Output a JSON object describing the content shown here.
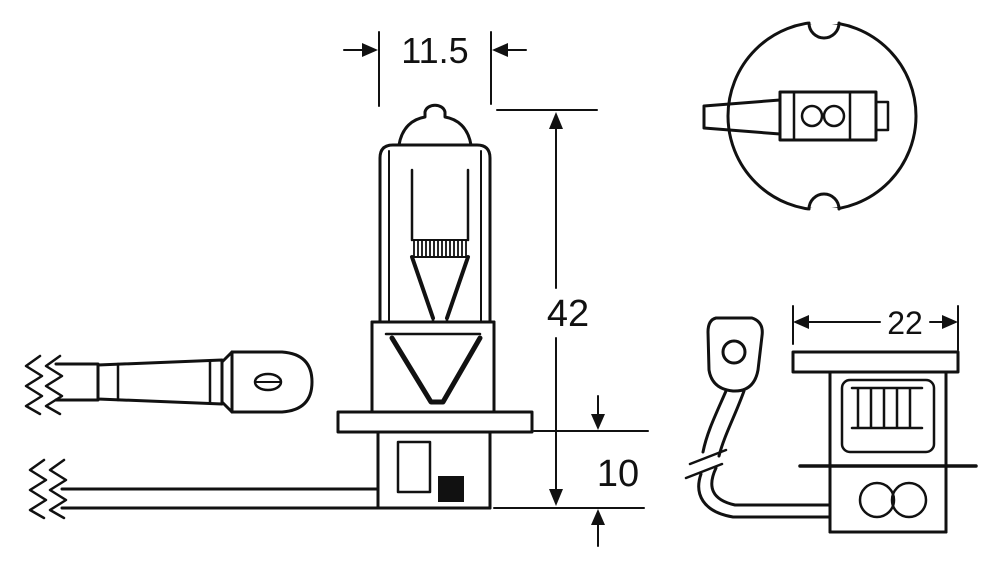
{
  "dimensions": {
    "bulb_width": "11.5",
    "overall_length": "42",
    "base_height": "10",
    "connector_width": "22"
  }
}
